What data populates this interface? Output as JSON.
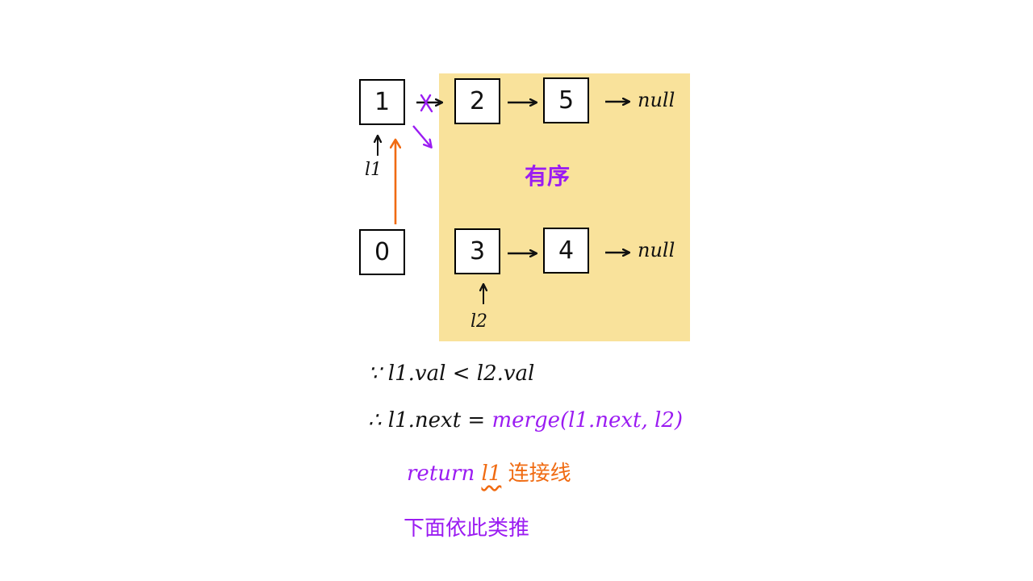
{
  "diagram": {
    "colors": {
      "region": "#f9e29b",
      "purple": "#9b1cf2",
      "orange": "#f06b12",
      "ink": "#111111"
    },
    "nodes": {
      "n1": "1",
      "n2": "2",
      "n5": "5",
      "n0": "0",
      "n3": "3",
      "n4": "4"
    },
    "null_label": "null",
    "pointers": {
      "l1": "l1",
      "l2": "l2"
    },
    "region_label": "有序"
  },
  "notes": {
    "line1": "∵ l1.val < l2.val",
    "line2_prefix": "∴ l1.next =",
    "line2_call": "merge(l1.next, l2)",
    "line3_return": "return",
    "line3_l1": "l1",
    "line3_tail": "连接线",
    "line4": "下面依此类推"
  }
}
